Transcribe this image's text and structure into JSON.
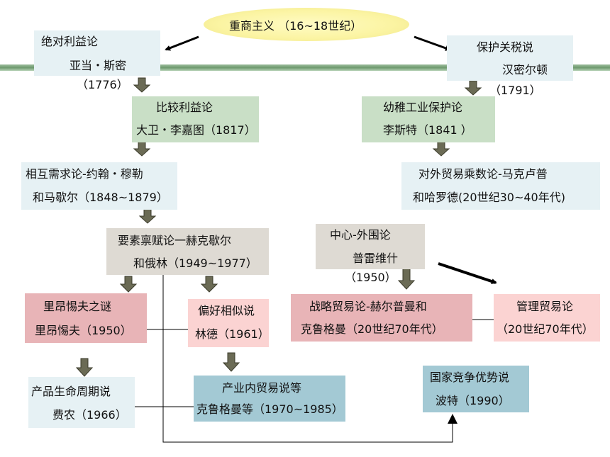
{
  "title": {
    "text": "重商主义 （16~18世纪）"
  },
  "nodes": {
    "absolute_advantage": {
      "line1": "绝对利益论",
      "line2": "亚当・斯密",
      "year": "（1776）"
    },
    "protective_tariff": {
      "line1": "保护关税说",
      "line2": "汉密尔顿",
      "year": "（1791）"
    },
    "comparative_advantage": {
      "line1": "比较利益论",
      "line2": "大卫・李嘉图（1817）"
    },
    "infant_industry": {
      "line1": "幼稚工业保护论",
      "line2": "李斯特（1841 ）"
    },
    "reciprocal_demand": {
      "line1": "相互需求论-约翰・穆勒",
      "line2": "和马歇尔（1848~1879）"
    },
    "foreign_trade_multiplier": {
      "line1": "对外贸易乘数论-马克卢普",
      "line2": "和哈罗德(20世纪30~40年代)"
    },
    "factor_endowment": {
      "line1": "要素禀赋论一赫克歇尔",
      "line2": "和俄林（1949~1977）"
    },
    "center_periphery": {
      "line1": "中心-外围论",
      "line2": "普雷维什",
      "year": "（1950）"
    },
    "leontief_paradox": {
      "line1": "里昂惕夫之谜",
      "line2": "里昂惕夫（1950）"
    },
    "preference_similarity": {
      "line1": "偏好相似说",
      "line2": "林德（1961）"
    },
    "strategic_trade": {
      "line1": "战略贸易论-赫尔普曼和",
      "line2": "克鲁格曼（20世纪70年代）"
    },
    "managed_trade": {
      "line1": "管理贸易论",
      "line2": "（20世纪70年代）"
    },
    "product_life_cycle": {
      "line1": "产品生命周期说",
      "line2": "费农（1966）"
    },
    "intra_industry": {
      "line1": "产业内贸易说等",
      "line2": "克鲁格曼等（1970~1985）"
    },
    "competitive_advantage": {
      "line1": "国家竞争优势说",
      "line2": "波特（1990）"
    }
  },
  "colors": {
    "title_oval": "#fbf4a2",
    "light_blue_box": "#e6f1f4",
    "green_box": "#c9dfc6",
    "teal_box": "#a3c9d4",
    "red_box": "#e8b4b7",
    "pink_box": "#fbd3d2",
    "gray_box": "#dedad3",
    "block_arrow": "#6b6b55",
    "band": "#7fa57f"
  }
}
